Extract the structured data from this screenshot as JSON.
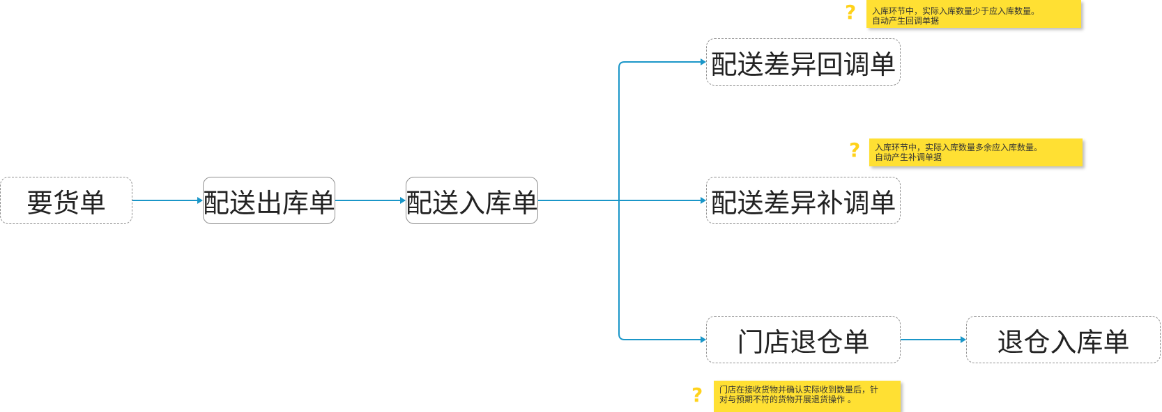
{
  "nodes": {
    "yaohuo": "要货单",
    "chuku": "配送出库单",
    "ruku": "配送入库单",
    "chayi_huitiao": "配送差异回调单",
    "chayi_butiao": "配送差异补调单",
    "mendian_tuicang": "门店退仓单",
    "tuicang_ruku": "退仓入库单"
  },
  "notes": {
    "huitiao": {
      "icon": "?",
      "lines": [
        "入库环节中，实际入库数量少于应入库数量。",
        "自动产生回调单据"
      ]
    },
    "butiao": {
      "icon": "?",
      "lines": [
        "入库环节中，实际入库数量多余应入库数量。",
        "自动产生补调单据"
      ]
    },
    "tuicang": {
      "icon": "?",
      "lines": [
        "门店在接收货物并确认实际收到数量后，针",
        "对与预期不符的货物开展退货操作 。"
      ]
    }
  },
  "colors": {
    "connector": "#1a96c8",
    "note_bg": "#ffe033",
    "question_mark": "#ffd21a",
    "node_border": "#8f8f8f"
  }
}
